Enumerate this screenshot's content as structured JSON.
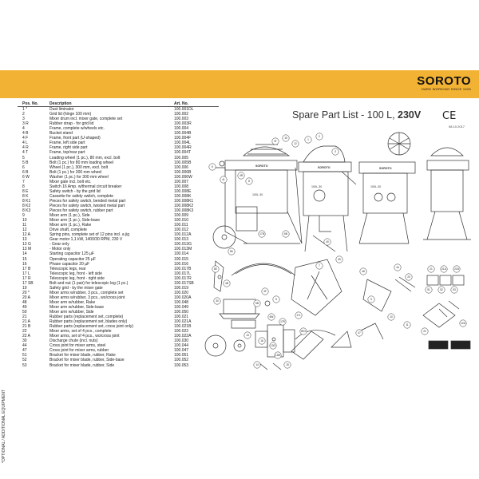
{
  "brand": {
    "name": "SOROTO",
    "tagline": "HARD WORKING SINCE 1926"
  },
  "title_prefix": "Spare Part List - 100 L,",
  "title_voltage": "230V",
  "ce_mark": "CE",
  "date": "08.10.2017",
  "side_note": "*OPTIONAL / ADDITIONAL EQUIPMENT",
  "table": {
    "headers": {
      "pos": "Pos. No.",
      "desc": "Description",
      "art": "Art. No."
    },
    "rows": [
      {
        "pos": "1 *",
        "desc": "Dust liminator",
        "art": "100.001DL"
      },
      {
        "pos": "2",
        "desc": "Grid lid (hinge 100 mm)",
        "art": "100.002"
      },
      {
        "pos": "3",
        "desc": "Mixer drum incl. mixer gate, complete set",
        "art": "100.003"
      },
      {
        "pos": "3 R",
        "desc": "Rubber strap - for grid lid",
        "art": "100.003R"
      },
      {
        "pos": "4",
        "desc": "Frame, complete w/wheels etc.",
        "art": "100.004"
      },
      {
        "pos": "4 B",
        "desc": "Bucket stand",
        "art": "100.004B"
      },
      {
        "pos": "4 F",
        "desc": "Frame, front part (U-shaped)",
        "art": "100.004F"
      },
      {
        "pos": "4 L",
        "desc": "Frame, left side part",
        "art": "100.004L"
      },
      {
        "pos": "4 R",
        "desc": "Frame, right side part",
        "art": "100.004R"
      },
      {
        "pos": "4 T",
        "desc": "Frame, top/rear part",
        "art": "100.004T"
      },
      {
        "pos": "5",
        "desc": "Loading wheel (1 pc.), 80 mm, excl. bolt",
        "art": "100.005"
      },
      {
        "pos": "5 B",
        "desc": "Bolt (1 pc.) for 80 mm loading wheel",
        "art": "100.005B"
      },
      {
        "pos": "6",
        "desc": "Wheel (1 pc.), 300 mm, excl. bolt",
        "art": "100.006"
      },
      {
        "pos": "6 B",
        "desc": "Bolt (1 pc.) for 300 mm wheel",
        "art": "100.006B"
      },
      {
        "pos": "6 W",
        "desc": "Washer (1 pc.) for 300 mm wheel",
        "art": "100.006W"
      },
      {
        "pos": "7",
        "desc": "Mixer gate incl. bolt etc.",
        "art": "100.007"
      },
      {
        "pos": "8",
        "desc": "Switch 16 Amp. w/thermal circuit breaker",
        "art": "100.008"
      },
      {
        "pos": "8 E",
        "desc": "Safety switch - by the grid lid",
        "art": "100.008E"
      },
      {
        "pos": "8 K",
        "desc": "Cassette for safety switch, complete",
        "art": "100.008K"
      },
      {
        "pos": "8 K1",
        "desc": "Pieces for safety switch, bended metal part",
        "art": "100.008K1"
      },
      {
        "pos": "8 K2",
        "desc": "Pieces for safety switch, twisted metal part",
        "art": "100.008K2"
      },
      {
        "pos": "8 K3",
        "desc": "Pieces for safety switch, rubber part",
        "art": "100.008K3"
      },
      {
        "pos": "9",
        "desc": "Mixer arm (1 pc.), Side",
        "art": "100.009"
      },
      {
        "pos": "10",
        "desc": "Mixer arm (1 pc.), Side-base",
        "art": "100.010"
      },
      {
        "pos": "11",
        "desc": "Mixer arm (1 pc.), Rake",
        "art": "100.011"
      },
      {
        "pos": "12",
        "desc": "Drive shaft, complete",
        "art": "100.012"
      },
      {
        "pos": "12 A",
        "desc": "Spring pins, complete set of 12 pins incl. a jig",
        "art": "100.012A"
      },
      {
        "pos": "13",
        "desc": "Gear motor 1,1 kW, 1400/30 RPM, 230 V",
        "art": "100.013"
      },
      {
        "pos": "13 G",
        "desc": "- Gear only",
        "art": "100.013G"
      },
      {
        "pos": "13 M",
        "desc": "- Motor only",
        "art": "100.013M"
      },
      {
        "pos": "14",
        "desc": "Starting capacitor 125 µF",
        "art": "100.014"
      },
      {
        "pos": "15",
        "desc": "Operating capacitor 25 µF",
        "art": "100.015"
      },
      {
        "pos": "16",
        "desc": "Phase capacitor 20 µF",
        "art": "100.016"
      },
      {
        "pos": "17 B",
        "desc": "Telescopic legs, rear",
        "art": "100.017B"
      },
      {
        "pos": "17 L",
        "desc": "Telescopic leg, front - left side",
        "art": "100.017L"
      },
      {
        "pos": "17 R",
        "desc": "Telescopic leg, front - right side",
        "art": "100.017R"
      },
      {
        "pos": "17 SB",
        "desc": "Bolt and nut (1 pair) for telescopic leg (1 pc.)",
        "art": "100.017SB"
      },
      {
        "pos": "19",
        "desc": "Safety grid - by the mixer gate",
        "art": "100.019"
      },
      {
        "pos": "20 *",
        "desc": "Mixer arms w/rubber, 3 pcs., complete set",
        "art": "100.020"
      },
      {
        "pos": "20 A",
        "desc": "Mixer arms w/rubber, 3 pcs., wo/cross joint",
        "art": "100.020A"
      },
      {
        "pos": "48",
        "desc": "Mixer arm w/rubber, Rake",
        "art": "100.048"
      },
      {
        "pos": "49",
        "desc": "Mixer arm w/rubber, Side-base",
        "art": "100.049"
      },
      {
        "pos": "50",
        "desc": "Mixer arm w/rubber, Side",
        "art": "100.050"
      },
      {
        "pos": "21",
        "desc": "Rubber parts (replacement set, complete)",
        "art": "100.021"
      },
      {
        "pos": "21 A",
        "desc": "Rubber parts (replacement set, blades only)",
        "art": "100.021A"
      },
      {
        "pos": "21 B",
        "desc": "Rubber parts (replacement set, cross joint only)",
        "art": "100.021B"
      },
      {
        "pos": "22",
        "desc": "Mixer arms, set of 4 pcs., complete",
        "art": "100.022"
      },
      {
        "pos": "22 A",
        "desc": "Mixer arms, set of 4 pcs., wo/cross joint",
        "art": "100.022A"
      },
      {
        "pos": "30",
        "desc": "Discharge chute (incl. nuts)",
        "art": "100.030"
      },
      {
        "pos": "44",
        "desc": "Cross joint for mixer arms, steel",
        "art": "100.044"
      },
      {
        "pos": "47",
        "desc": "Cross joint for mixer arms, rubber",
        "art": "100.047"
      },
      {
        "pos": "51",
        "desc": "Bracket for mixer blade, rubber, Rake",
        "art": "100.051"
      },
      {
        "pos": "52",
        "desc": "Bracket for mixer blade, rubber, Side-base",
        "art": "100.052"
      },
      {
        "pos": "53",
        "desc": "Bracket for mixer blade, rubber, Side",
        "art": "100.053"
      }
    ]
  },
  "drawing": {
    "side_labels": [
      "100L-30",
      "100L-30",
      "100L-30"
    ],
    "side_logo": "SOROTO",
    "callouts": [
      "4T",
      "19",
      "12",
      "1",
      "2",
      "3",
      "4R",
      "8",
      "4L",
      "6",
      "17B",
      "6B",
      "8K",
      "8E",
      "30",
      "13",
      "4F",
      "5",
      "5B",
      "6W",
      "16",
      "14",
      "15",
      "17R",
      "17L",
      "7",
      "49",
      "48",
      "44",
      "20",
      "21",
      "21A",
      "21B",
      "9",
      "10",
      "11",
      "51",
      "52",
      "53",
      "12A",
      "22",
      "13G",
      "13M",
      "4B",
      "40",
      "47",
      "8K3"
    ]
  }
}
